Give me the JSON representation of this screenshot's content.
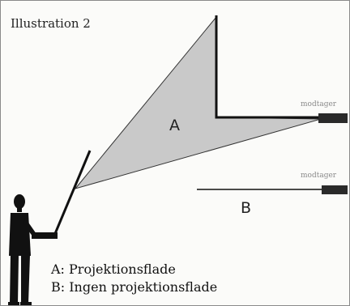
{
  "figure": {
    "title": "Illustration 2",
    "region_a_label": "A",
    "region_b_label": "B",
    "receiver_a_label": "modtager",
    "receiver_b_label": "modtager",
    "legend": {
      "line_a": "A: Projektionsflade",
      "line_b": "B: Ingen projektionsflade"
    }
  },
  "colors": {
    "beam_fill": "#c9c9c9",
    "ink": "#111111",
    "receiver": "#2a2a2a",
    "label_grey": "#8a8a8a",
    "background": "#fbfbf9"
  }
}
